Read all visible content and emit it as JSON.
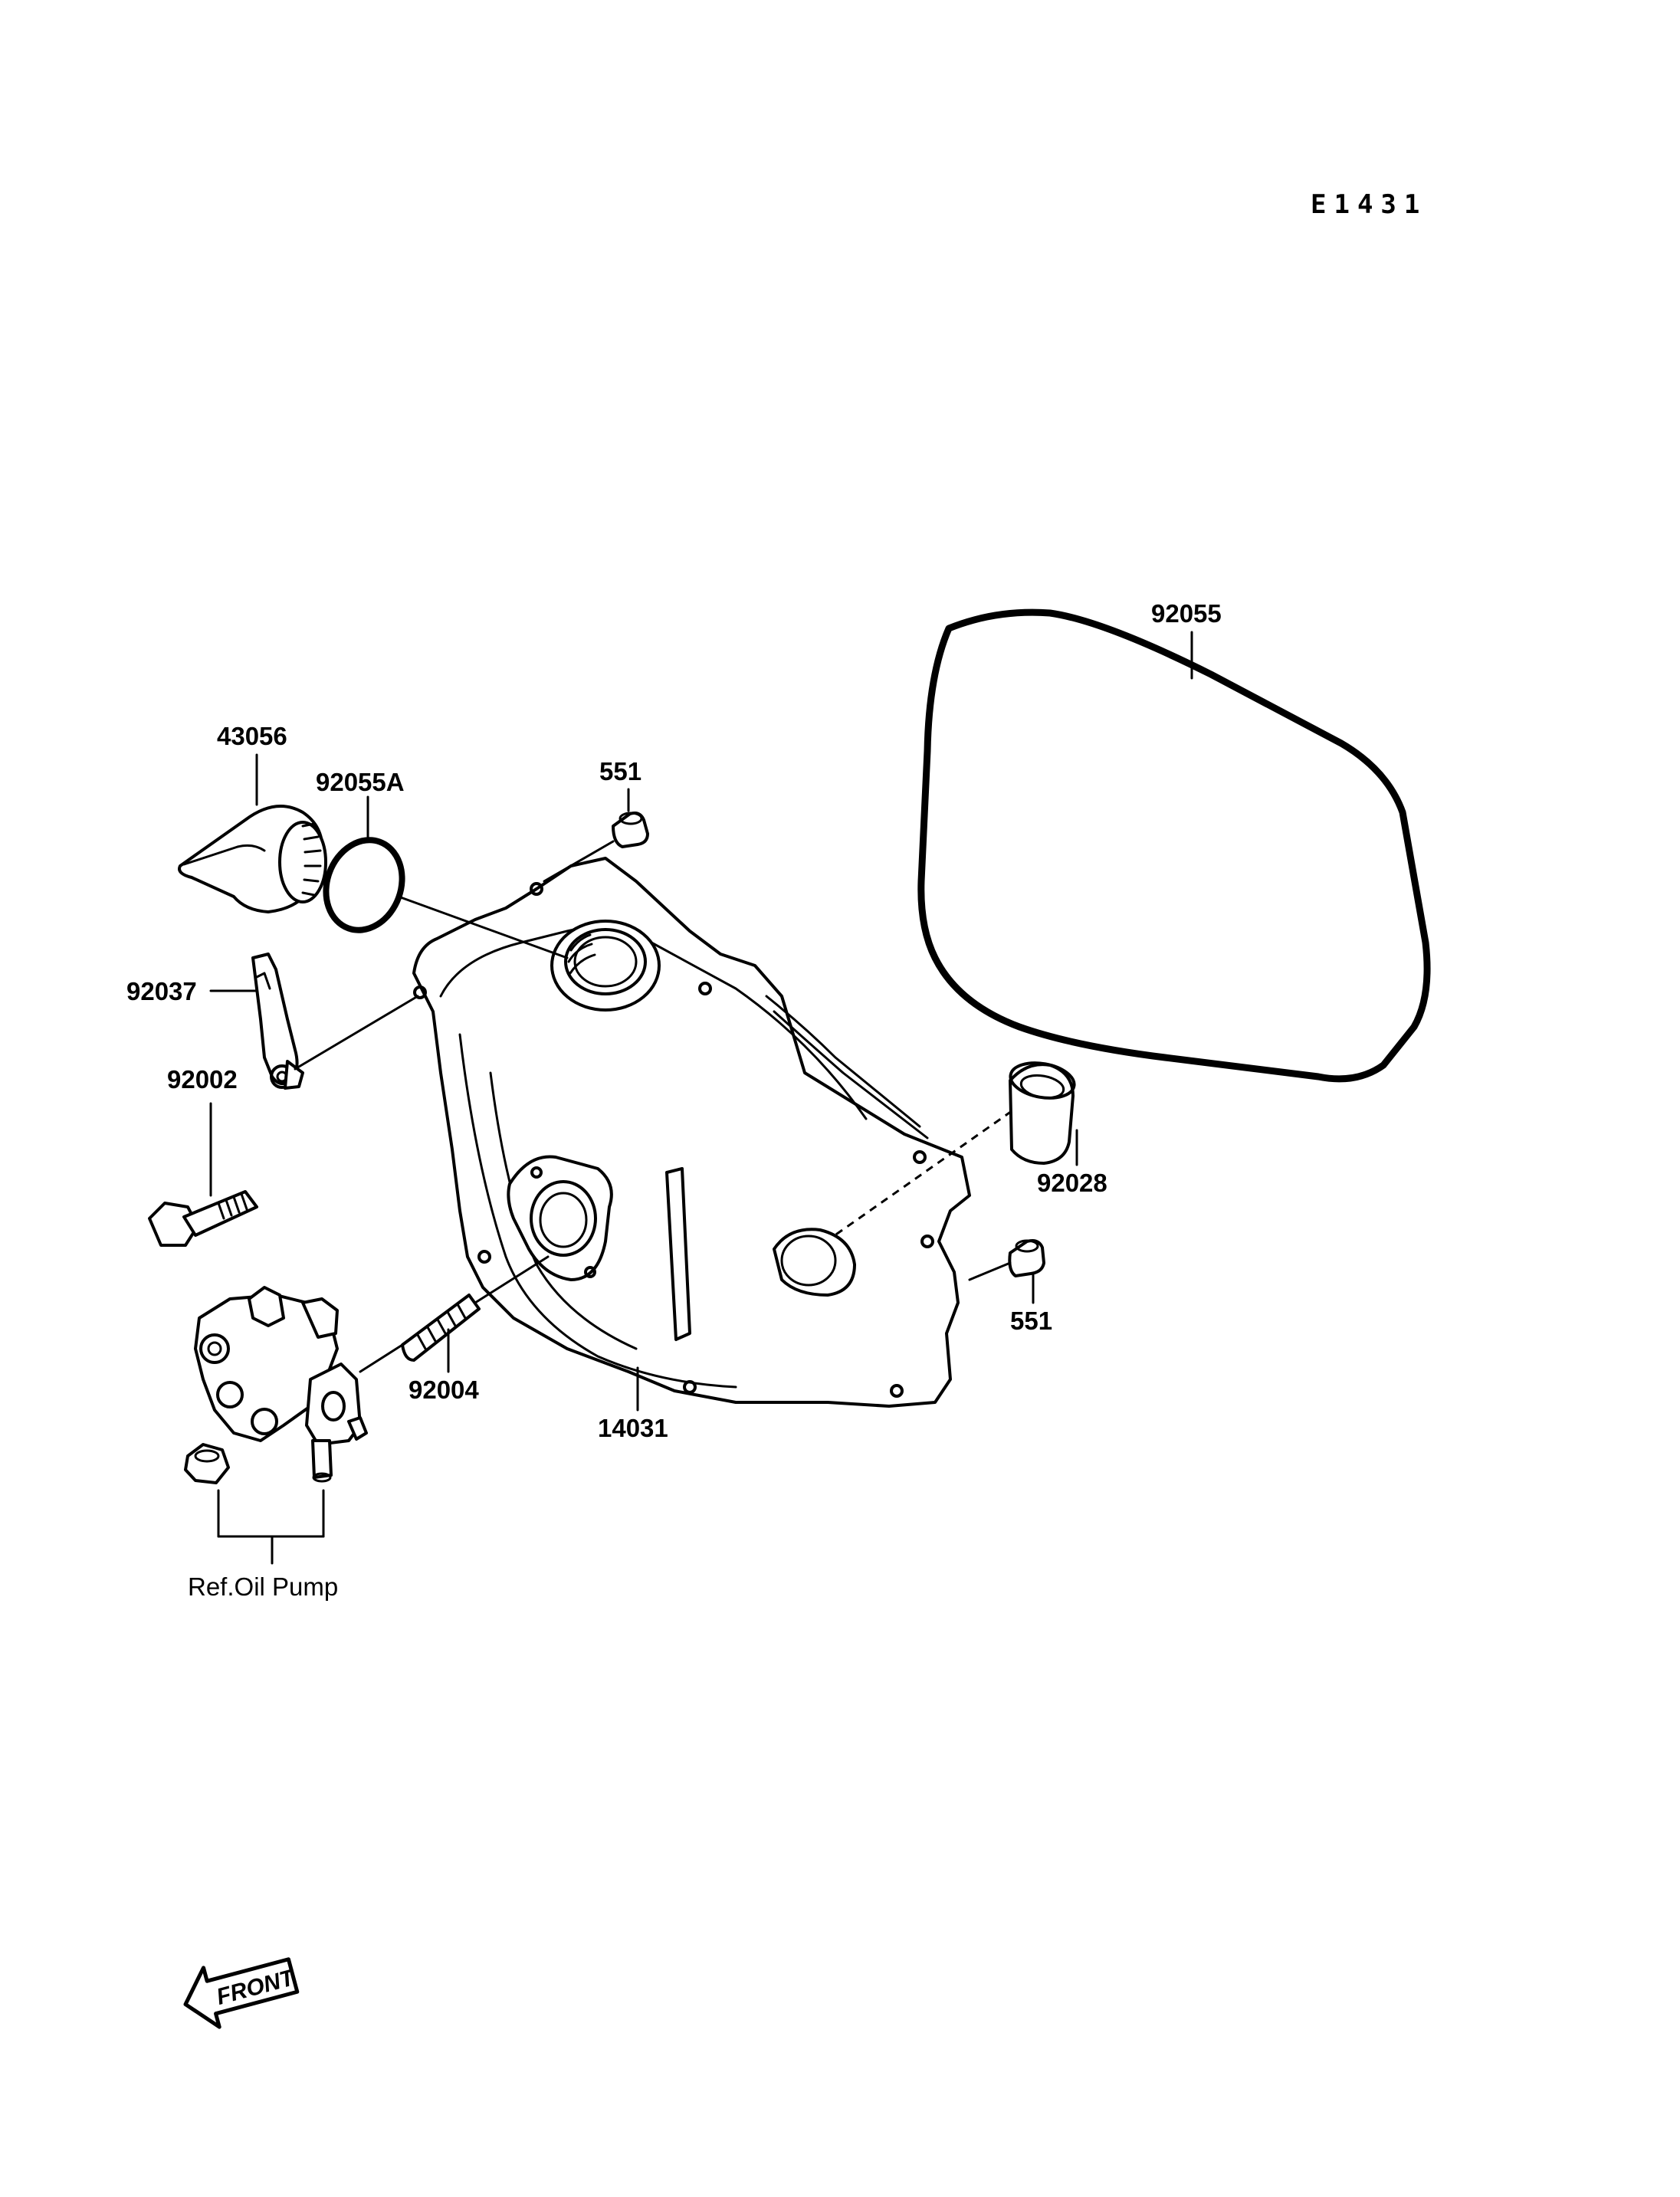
{
  "diagram_code": "E1431",
  "parts": {
    "gasket_large": "92055",
    "oil_filler_cap": "43056",
    "o_ring": "92055A",
    "dowel_pin_top": "551",
    "clamp": "92037",
    "bolt": "92002",
    "collar": "92028",
    "dowel_pin_bottom": "551",
    "stud": "92004",
    "cover": "14031"
  },
  "reference_label": "Ref.Oil Pump",
  "front_badge": "FRONT",
  "icons": [
    "front-arrow-icon"
  ]
}
